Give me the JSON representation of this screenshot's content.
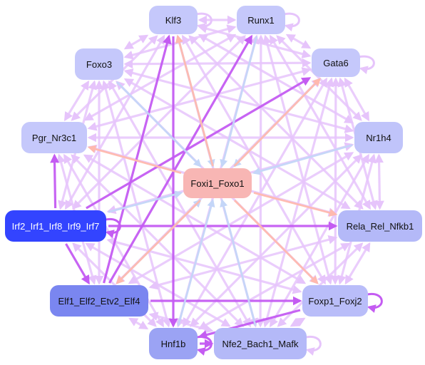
{
  "nodes": [
    {
      "id": "klf3",
      "label": "Klf3",
      "color": "#c5c8fb"
    },
    {
      "id": "runx1",
      "label": "Runx1",
      "color": "#c5c8fb"
    },
    {
      "id": "foxo3",
      "label": "Foxo3",
      "color": "#c5c8fb"
    },
    {
      "id": "gata6",
      "label": "Gata6",
      "color": "#c5c8fb"
    },
    {
      "id": "pgr",
      "label": "Pgr_Nr3c1",
      "color": "#c5c8fb"
    },
    {
      "id": "nr1h4",
      "label": "Nr1h4",
      "color": "#c0c4fa"
    },
    {
      "id": "foxi1",
      "label": "Foxi1_Foxo1",
      "color": "#f8b6b4"
    },
    {
      "id": "irf",
      "label": "Irf2_Irf1_Irf8_Irf9_Irf7",
      "color": "#3344ff"
    },
    {
      "id": "rela",
      "label": "Rela_Rel_Nfkb1",
      "color": "#b4b9f8"
    },
    {
      "id": "elf",
      "label": "Elf1_Elf2_Etv2_Elf4",
      "color": "#7a86f0"
    },
    {
      "id": "foxp",
      "label": "Foxp1_Foxj2",
      "color": "#b9bdf9"
    },
    {
      "id": "hnf1b",
      "label": "Hnf1b",
      "color": "#9ba3f4"
    },
    {
      "id": "nfe2",
      "label": "Nfe2_Bach1_Mafk",
      "color": "#b4b9f8"
    }
  ],
  "edge_colors": {
    "light": "#e6c4fb",
    "strong": "#c45cf2",
    "pink": "#ffb9ae",
    "blue": "#c4d6f8"
  }
}
